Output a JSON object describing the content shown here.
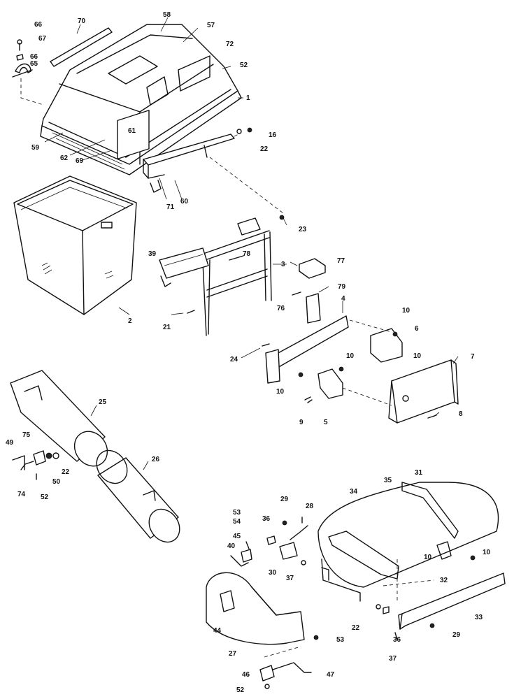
{
  "callouts": [
    "1",
    "2",
    "3",
    "4",
    "5",
    "6",
    "7",
    "8",
    "9",
    "10",
    "10",
    "10",
    "10",
    "10",
    "10",
    "16",
    "21",
    "22",
    "22",
    "22",
    "23",
    "24",
    "25",
    "26",
    "27",
    "28",
    "29",
    "29",
    "30",
    "31",
    "32",
    "33",
    "34",
    "35",
    "36",
    "36",
    "37",
    "37",
    "39",
    "40",
    "44",
    "45",
    "46",
    "47",
    "49",
    "50",
    "52",
    "52",
    "52",
    "53",
    "53",
    "54",
    "57",
    "58",
    "59",
    "60",
    "61",
    "62",
    "65",
    "66",
    "66",
    "67",
    "69",
    "70",
    "71",
    "72",
    "74",
    "75",
    "76",
    "77",
    "78",
    "79"
  ]
}
